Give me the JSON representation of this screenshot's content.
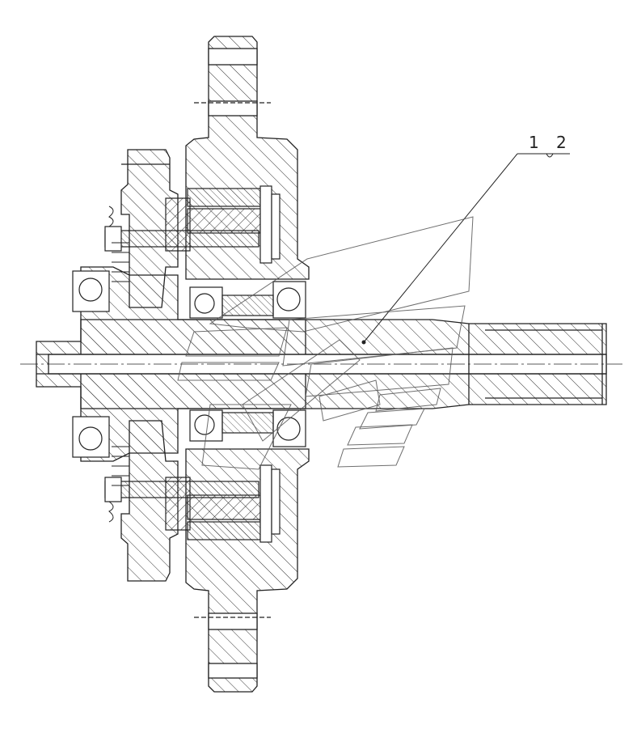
{
  "drawing": {
    "callouts": [
      {
        "id": "1",
        "text": "1"
      },
      {
        "id": "2",
        "text": "2"
      }
    ],
    "colors": {
      "line": "#222222",
      "hatch": "#333333",
      "watermark": "#555555",
      "background": "#ffffff"
    }
  }
}
